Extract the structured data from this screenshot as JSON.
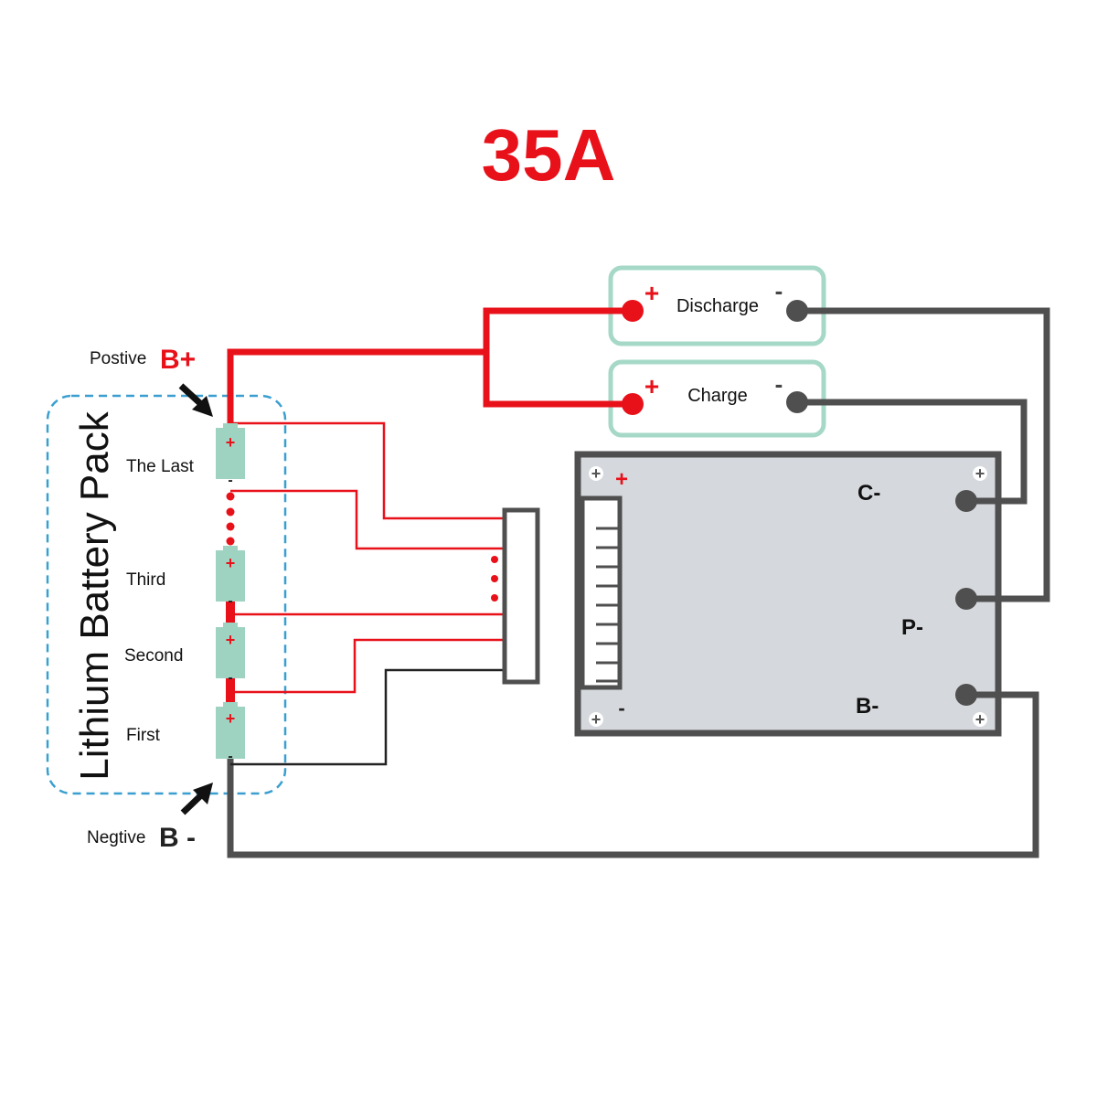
{
  "title": "35A",
  "colors": {
    "accent_red": "#e8111a",
    "wire_dark": "#4f4f4f",
    "cell_green": "#9fd3c1",
    "box_green": "#a6d8c8",
    "pack_blue": "#3a9fd0",
    "board": "#d5d8dc"
  },
  "battery_pack": {
    "label": "Lithium Battery Pack",
    "positive_label": "Postive",
    "positive_terminal": "B+",
    "negative_label": "Negtive",
    "negative_terminal": "B -",
    "cells": [
      {
        "name": "The Last",
        "plus": "+",
        "minus": "-"
      },
      {
        "name": "Third",
        "plus": "+",
        "minus": "-"
      },
      {
        "name": "Second",
        "plus": "+",
        "minus": "-"
      },
      {
        "name": "First",
        "plus": "+",
        "minus": "-"
      }
    ]
  },
  "loads": [
    {
      "label": "Discharge",
      "plus": "+",
      "minus": "-"
    },
    {
      "label": "Charge",
      "plus": "+",
      "minus": "-"
    }
  ],
  "bms": {
    "plus": "+",
    "minus": "-",
    "screw": "+",
    "terminals": [
      "C-",
      "P-",
      "B-"
    ]
  }
}
